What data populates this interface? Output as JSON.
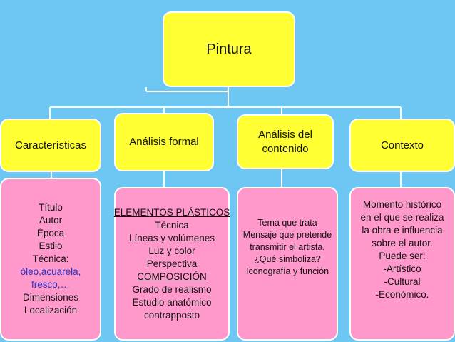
{
  "root": {
    "label": "Pintura"
  },
  "categories": [
    {
      "label": "Características"
    },
    {
      "label": "Análisis formal"
    },
    {
      "label_line1": "Análisis del",
      "label_line2": "contenido"
    },
    {
      "label": "Contexto"
    }
  ],
  "details": {
    "caracteristicas": [
      "Título",
      "Autor",
      "Época",
      "Estilo",
      "Técnica:",
      "óleo,acuarela,",
      "fresco,…",
      "Dimensiones",
      "Localización"
    ],
    "analisis_formal": [
      "ELEMENTOS PLÁSTICOS",
      "Técnica",
      "Líneas y volúmenes",
      "Luz y color",
      "Perspectiva",
      "COMPOSICIÓN",
      "Grado de realismo",
      "Estudio anatómico",
      "contrapposto"
    ],
    "analisis_contenido": [
      "Tema que trata",
      "Mensaje que pretende",
      "transmitir  el artista.",
      "¿Qué simboliza?",
      "Iconografía y función"
    ],
    "contexto": [
      "Momento histórico",
      "en el que se realiza",
      "la obra e influencia",
      "sobre el autor.",
      "Puede ser:",
      "-Artístico",
      "-Cultural",
      "-Económico."
    ]
  },
  "colors": {
    "background": "#6ec6f2",
    "yellow_box": "#ffff33",
    "pink_box": "#ff99cc",
    "connector": "#ffffff",
    "technique_highlight": "#2233cc"
  }
}
